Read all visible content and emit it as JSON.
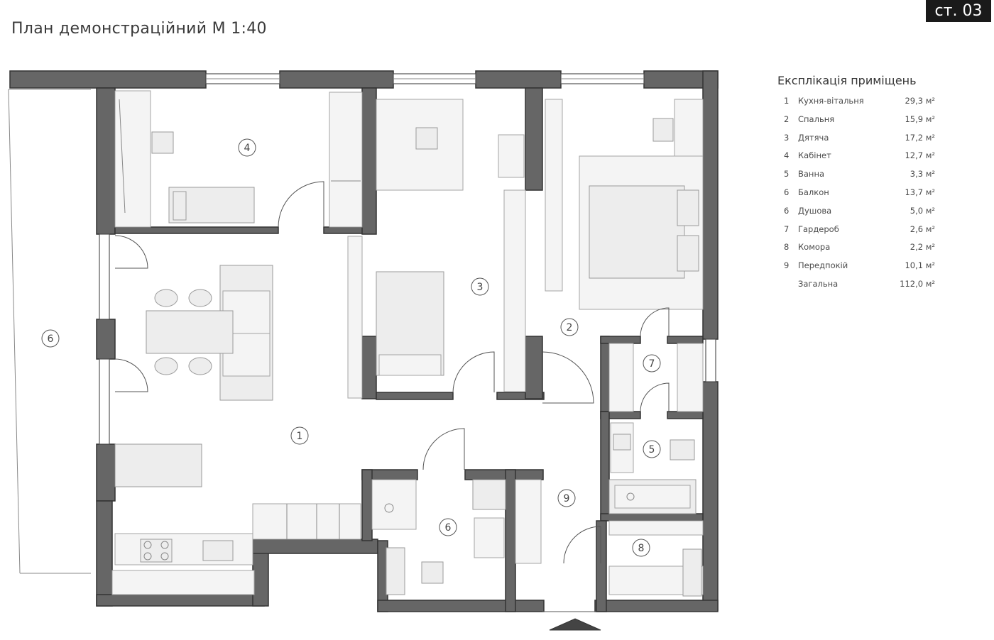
{
  "header": {
    "title": "План демонстраційний  М 1:40",
    "page_label": "ст. 03"
  },
  "legend": {
    "title": "Експлікація приміщень",
    "rows": [
      {
        "num": "1",
        "name": "Кухня-вітальня",
        "area": "29,3 м²"
      },
      {
        "num": "2",
        "name": "Спальня",
        "area": "15,9 м²"
      },
      {
        "num": "3",
        "name": "Дятяча",
        "area": "17,2 м²"
      },
      {
        "num": "4",
        "name": "Кабінет",
        "area": "12,7 м²"
      },
      {
        "num": "5",
        "name": "Ванна",
        "area": "3,3 м²"
      },
      {
        "num": "6",
        "name": "Балкон",
        "area": "13,7 м²"
      },
      {
        "num": "6",
        "name": "Душова",
        "area": "5,0 м²"
      },
      {
        "num": "7",
        "name": "Гардероб",
        "area": "2,6 м²"
      },
      {
        "num": "8",
        "name": "Комора",
        "area": "2,2 м²"
      },
      {
        "num": "9",
        "name": "Передпокій",
        "area": "10,1 м²"
      },
      {
        "num": "",
        "name": "Загальна",
        "area": "112,0 м²"
      }
    ]
  },
  "plan": {
    "room_labels": [
      "1",
      "2",
      "3",
      "4",
      "5",
      "6",
      "6",
      "7",
      "8",
      "9"
    ],
    "colors": {
      "wall": "#666666",
      "furniture": "#ededed",
      "badge": "#1a1a1a"
    }
  }
}
